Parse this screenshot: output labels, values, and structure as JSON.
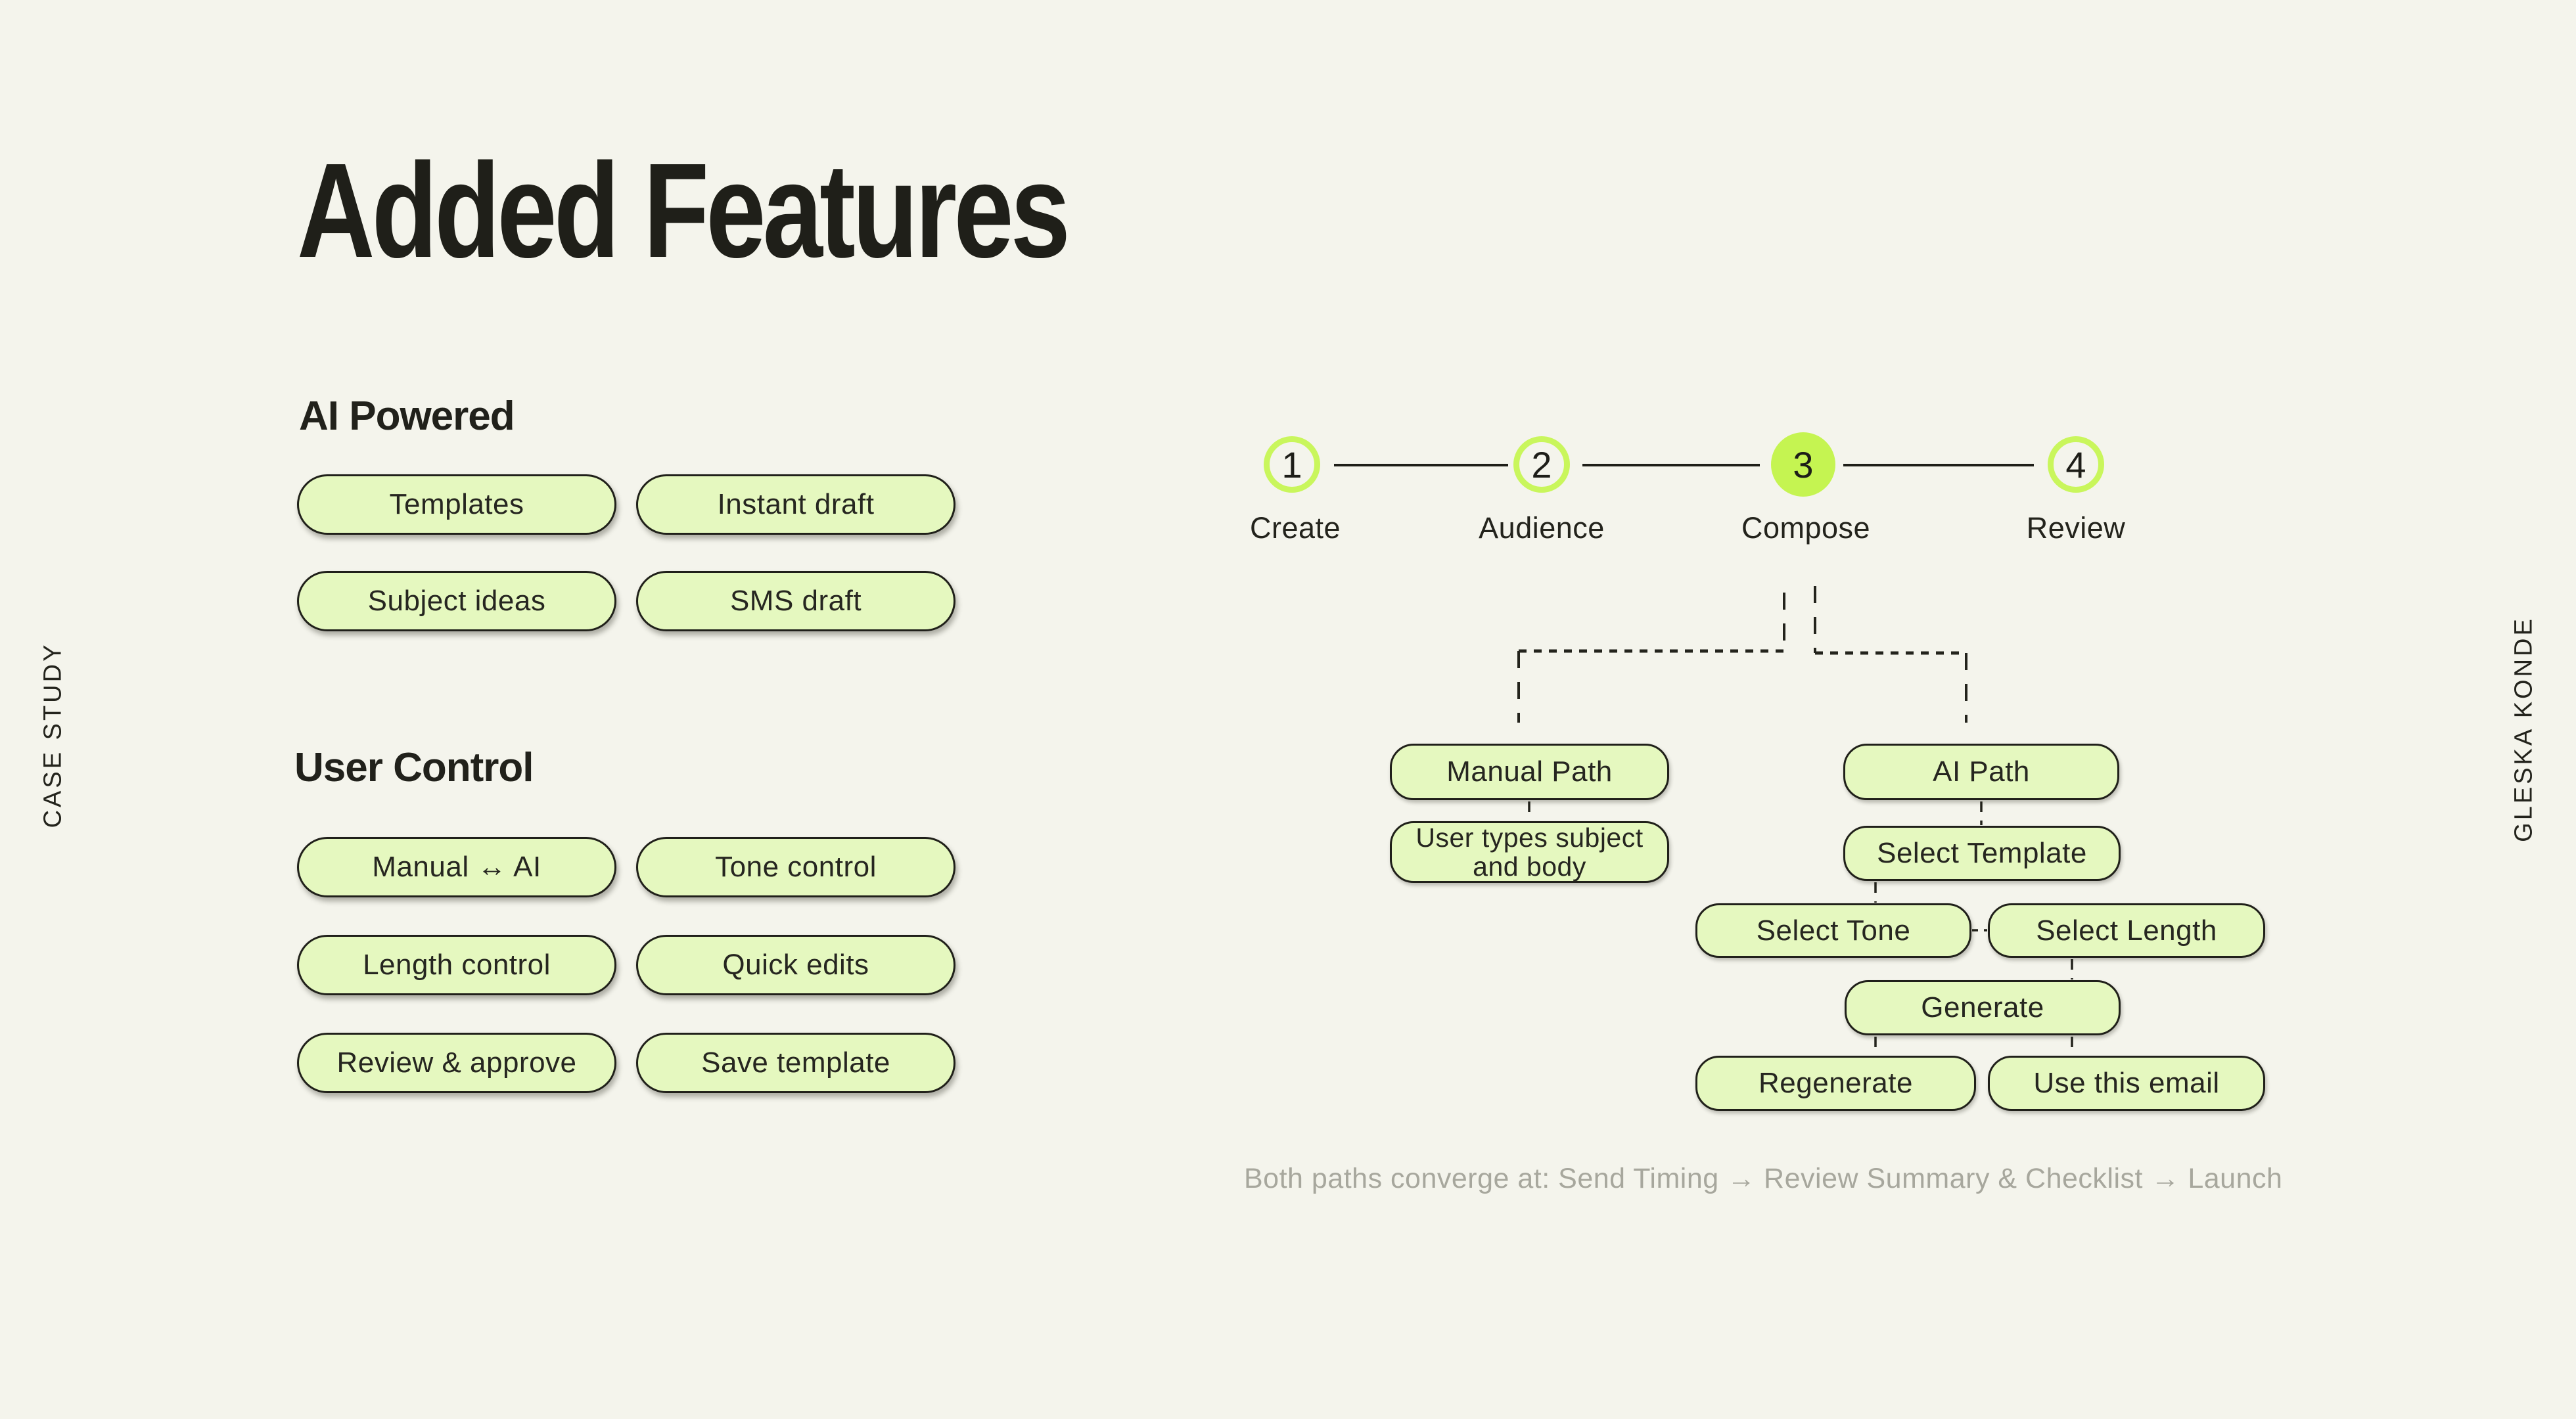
{
  "title": "Added Features",
  "side_labels": {
    "left": "CASE STUDY",
    "right": "GLESKA KONDE"
  },
  "features": {
    "ai_powered": {
      "heading": "AI Powered",
      "pills": [
        "Templates",
        "Instant draft",
        "Subject ideas",
        "SMS draft"
      ]
    },
    "user_control": {
      "heading": "User Control",
      "pills": [
        "Manual ↔ AI",
        "Tone control",
        "Length control",
        "Quick edits",
        "Review & approve",
        "Save template"
      ]
    }
  },
  "stepper": {
    "steps": [
      {
        "number": "1",
        "label": "Create",
        "active": false
      },
      {
        "number": "2",
        "label": "Audience",
        "active": false
      },
      {
        "number": "3",
        "label": "Compose",
        "active": true
      },
      {
        "number": "4",
        "label": "Review",
        "active": false
      }
    ]
  },
  "flowchart": {
    "nodes": {
      "manual_path": "Manual Path",
      "ai_path": "AI Path",
      "user_types": "User types subject and body",
      "select_template": "Select Template",
      "select_tone": "Select Tone",
      "select_length": "Select Length",
      "generate": "Generate",
      "regenerate": "Regenerate",
      "use_this_email": "Use this email"
    }
  },
  "caption": "Both paths converge at: Send Timing → Review Summary & Checklist → Launch",
  "colors": {
    "background": "#f4f4ec",
    "ink": "#21211b",
    "pill_fill": "#e5f8bf",
    "accent_green": "#c5f451",
    "ring_green": "#c9f65c",
    "caption_gray": "#a7a79d"
  }
}
